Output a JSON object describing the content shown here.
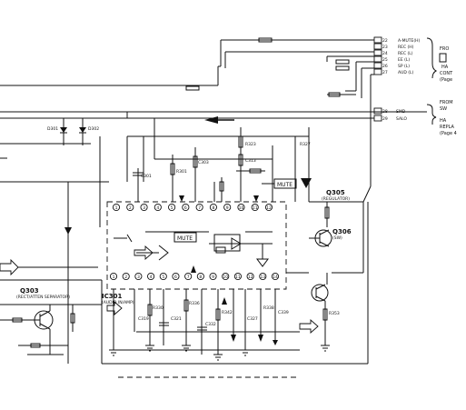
{
  "ic": {
    "name": "IC301",
    "sub": "(AUDIO IN/AMP)"
  },
  "transistors": [
    {
      "id": "Q303",
      "label": "Q303",
      "sub": "(RECT/ATTEN SEPARATOR)"
    },
    {
      "id": "Q305",
      "label": "Q305",
      "sub": "(REGULATOR)"
    },
    {
      "id": "Q306",
      "label": "Q306",
      "sub": "(SW)"
    }
  ],
  "tags": {
    "mute_top": "MUTE",
    "mute_mid": "MUTE"
  },
  "connector_top": {
    "pins": [
      {
        "num": "22",
        "label": "A-MUTE(H)"
      },
      {
        "num": "23",
        "label": "REC (H)"
      },
      {
        "num": "24",
        "label": "REC (L)"
      },
      {
        "num": "25",
        "label": "EE (L)"
      },
      {
        "num": "26",
        "label": "SP (L)"
      },
      {
        "num": "27",
        "label": "AUD (L)"
      }
    ],
    "note_lines": [
      "FRO",
      "HA",
      "CONT",
      "(Page"
    ]
  },
  "connector_mid": {
    "pins": [
      {
        "num": "28",
        "label": "SMD"
      },
      {
        "num": "29",
        "label": "SALO"
      }
    ],
    "note_lines": [
      "FROM",
      "SW",
      "HA",
      "REPLA",
      "(Page 4"
    ]
  },
  "ic_pins_top": [
    "1",
    "2",
    "3",
    "4",
    "5",
    "6",
    "7",
    "8",
    "9",
    "10",
    "11",
    "12"
  ],
  "ic_pins_bottom": [
    "1",
    "2",
    "3",
    "4",
    "5",
    "6",
    "7",
    "8",
    "9",
    "10",
    "11",
    "12",
    "13",
    "14"
  ],
  "parts": {
    "d301": "D301",
    "d302": "D302",
    "c301": "C301",
    "r301": "R301",
    "c303": "C303",
    "r323": "R323",
    "c313": "C313",
    "r327": "R327",
    "c319": "C319",
    "r330": "R330",
    "c321": "C321",
    "c332": "C332",
    "r342": "R342",
    "r336": "R336",
    "c327": "C327",
    "r338": "R338",
    "c339": "C339",
    "r353": "R353"
  }
}
